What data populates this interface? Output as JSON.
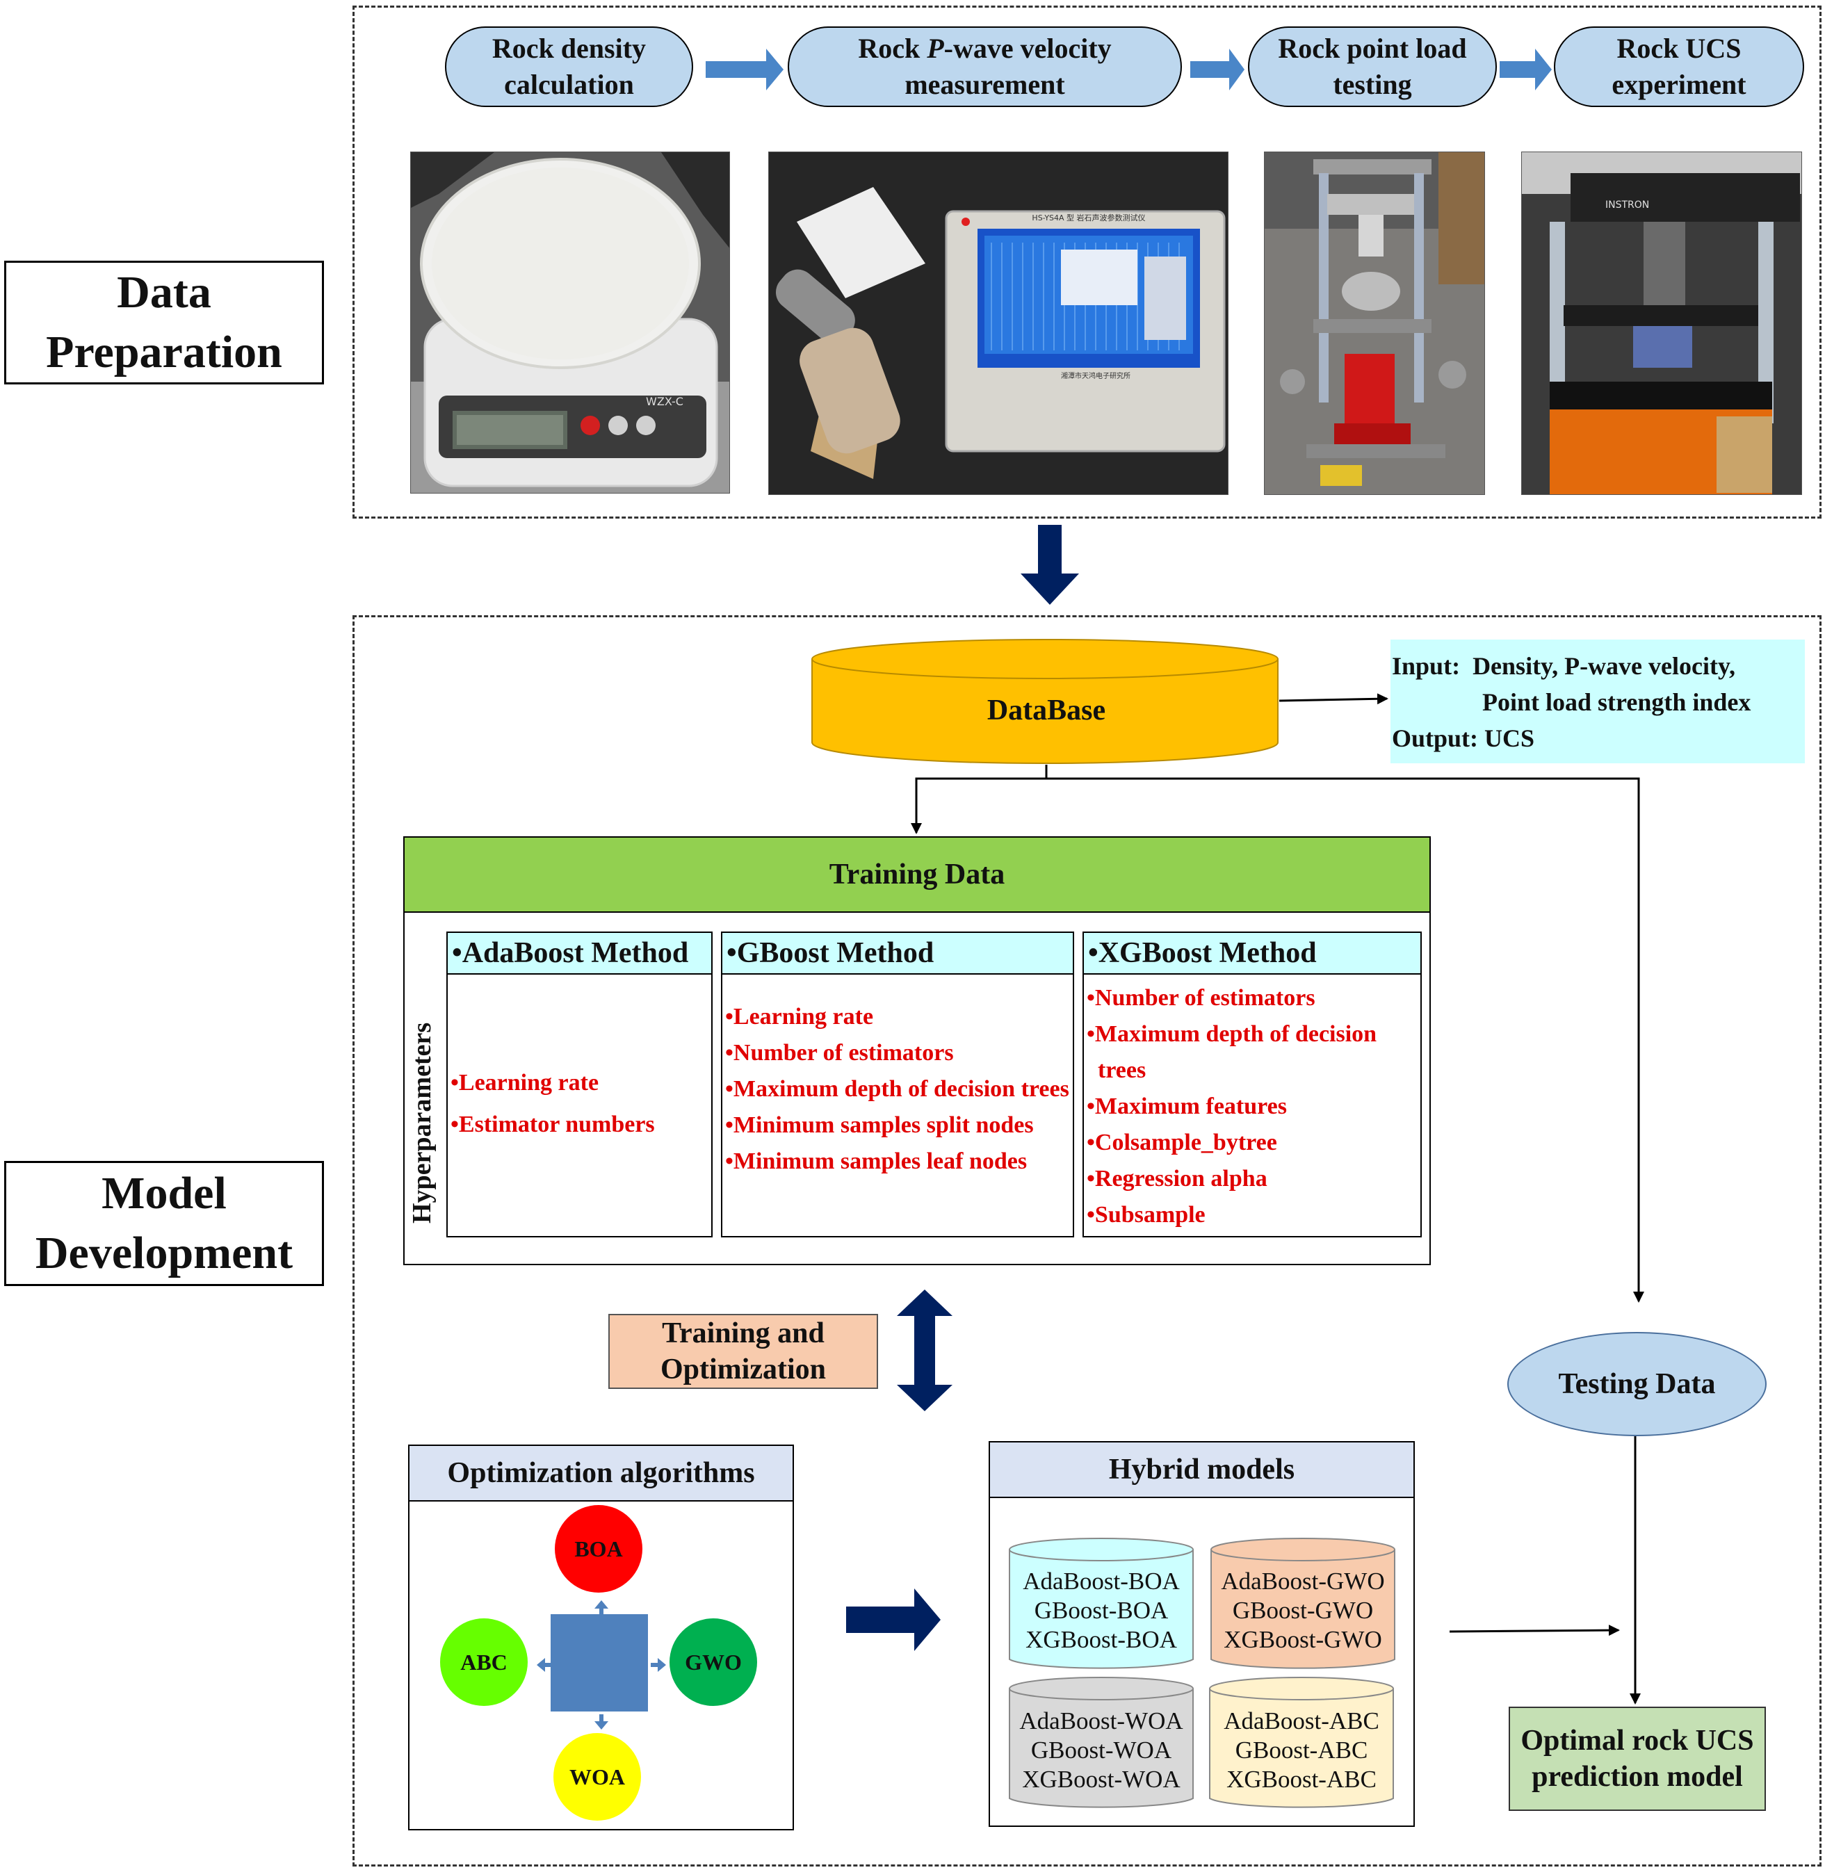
{
  "sections": {
    "data_preparation": [
      "Data",
      "Preparation"
    ],
    "model_development": [
      "Model",
      "Development"
    ]
  },
  "steps": [
    {
      "line1": "Rock density",
      "line2": "calculation"
    },
    {
      "line1_pre": "Rock ",
      "line1_italic": "P",
      "line1_post": "-wave velocity",
      "line2": "measurement"
    },
    {
      "line1": "Rock point load",
      "line2": "testing"
    },
    {
      "line1": "Rock UCS",
      "line2": "experiment"
    }
  ],
  "photos": {
    "scale_brand": "WZX-C",
    "pwave_title": "HS-YS4A 型 岩石声波参数测试仪",
    "pwave_maker": "湘潭市天鸿电子研究所",
    "instron_brand": "INSTRON"
  },
  "database": {
    "label": "DataBase",
    "input_label": "Input:",
    "input_line1": "Density, P-wave velocity,",
    "input_line2": "Point load strength index",
    "output_label": "Output:",
    "output_value": "UCS"
  },
  "training": {
    "title": "Training Data",
    "side_label": "Hyperparameters",
    "methods": [
      {
        "name": "AdaBoost Method",
        "params": [
          "Learning rate",
          "Estimator numbers"
        ]
      },
      {
        "name": "GBoost Method",
        "params": [
          "Learning rate",
          "Number of estimators",
          "Maximum depth of decision trees",
          "Minimum samples split nodes",
          "Minimum samples leaf nodes"
        ]
      },
      {
        "name": "XGBoost Method",
        "params": [
          "Number of estimators",
          "Maximum depth of decision trees",
          "Maximum features",
          "Colsample_bytree",
          "Regression alpha",
          "Subsample"
        ]
      }
    ]
  },
  "training_opt": {
    "line1": "Training and",
    "line2": "Optimization"
  },
  "optimization": {
    "title": "Optimization algorithms",
    "algorithms": {
      "top": "BOA",
      "left": "ABC",
      "right": "GWO",
      "bottom": "WOA"
    }
  },
  "hybrid": {
    "title": "Hybrid models",
    "groups": [
      {
        "models": [
          "AdaBoost-BOA",
          "GBoost-BOA",
          "XGBoost-BOA"
        ],
        "color": "#ccffff"
      },
      {
        "models": [
          "AdaBoost-GWO",
          "GBoost-GWO",
          "XGBoost-GWO"
        ],
        "color": "#f8cbad"
      },
      {
        "models": [
          "AdaBoost-WOA",
          "GBoost-WOA",
          "XGBoost-WOA"
        ],
        "color": "#d9d9d9"
      },
      {
        "models": [
          "AdaBoost-ABC",
          "GBoost-ABC",
          "XGBoost-ABC"
        ],
        "color": "#fff2cc"
      }
    ]
  },
  "testing": {
    "label": "Testing Data"
  },
  "optimal": {
    "line1": "Optimal rock UCS",
    "line2": "prediction model"
  },
  "colors": {
    "pill": "#bdd7ee",
    "database": "#ffc000",
    "training_header": "#92d050",
    "method_header": "#ccffff",
    "param_text": "#e00000",
    "opt_box": "#f8cbad",
    "dark_arrow": "#002060",
    "blue_arrow": "#4a86c8",
    "input_box": "#ccffff",
    "panel_header": "#dae3f3",
    "optimal_box": "#c5e0b4",
    "boa": "#ff0000",
    "abc": "#66ff00",
    "gwo": "#00b050",
    "woa": "#ffff00",
    "center_square": "#4f81bd"
  }
}
